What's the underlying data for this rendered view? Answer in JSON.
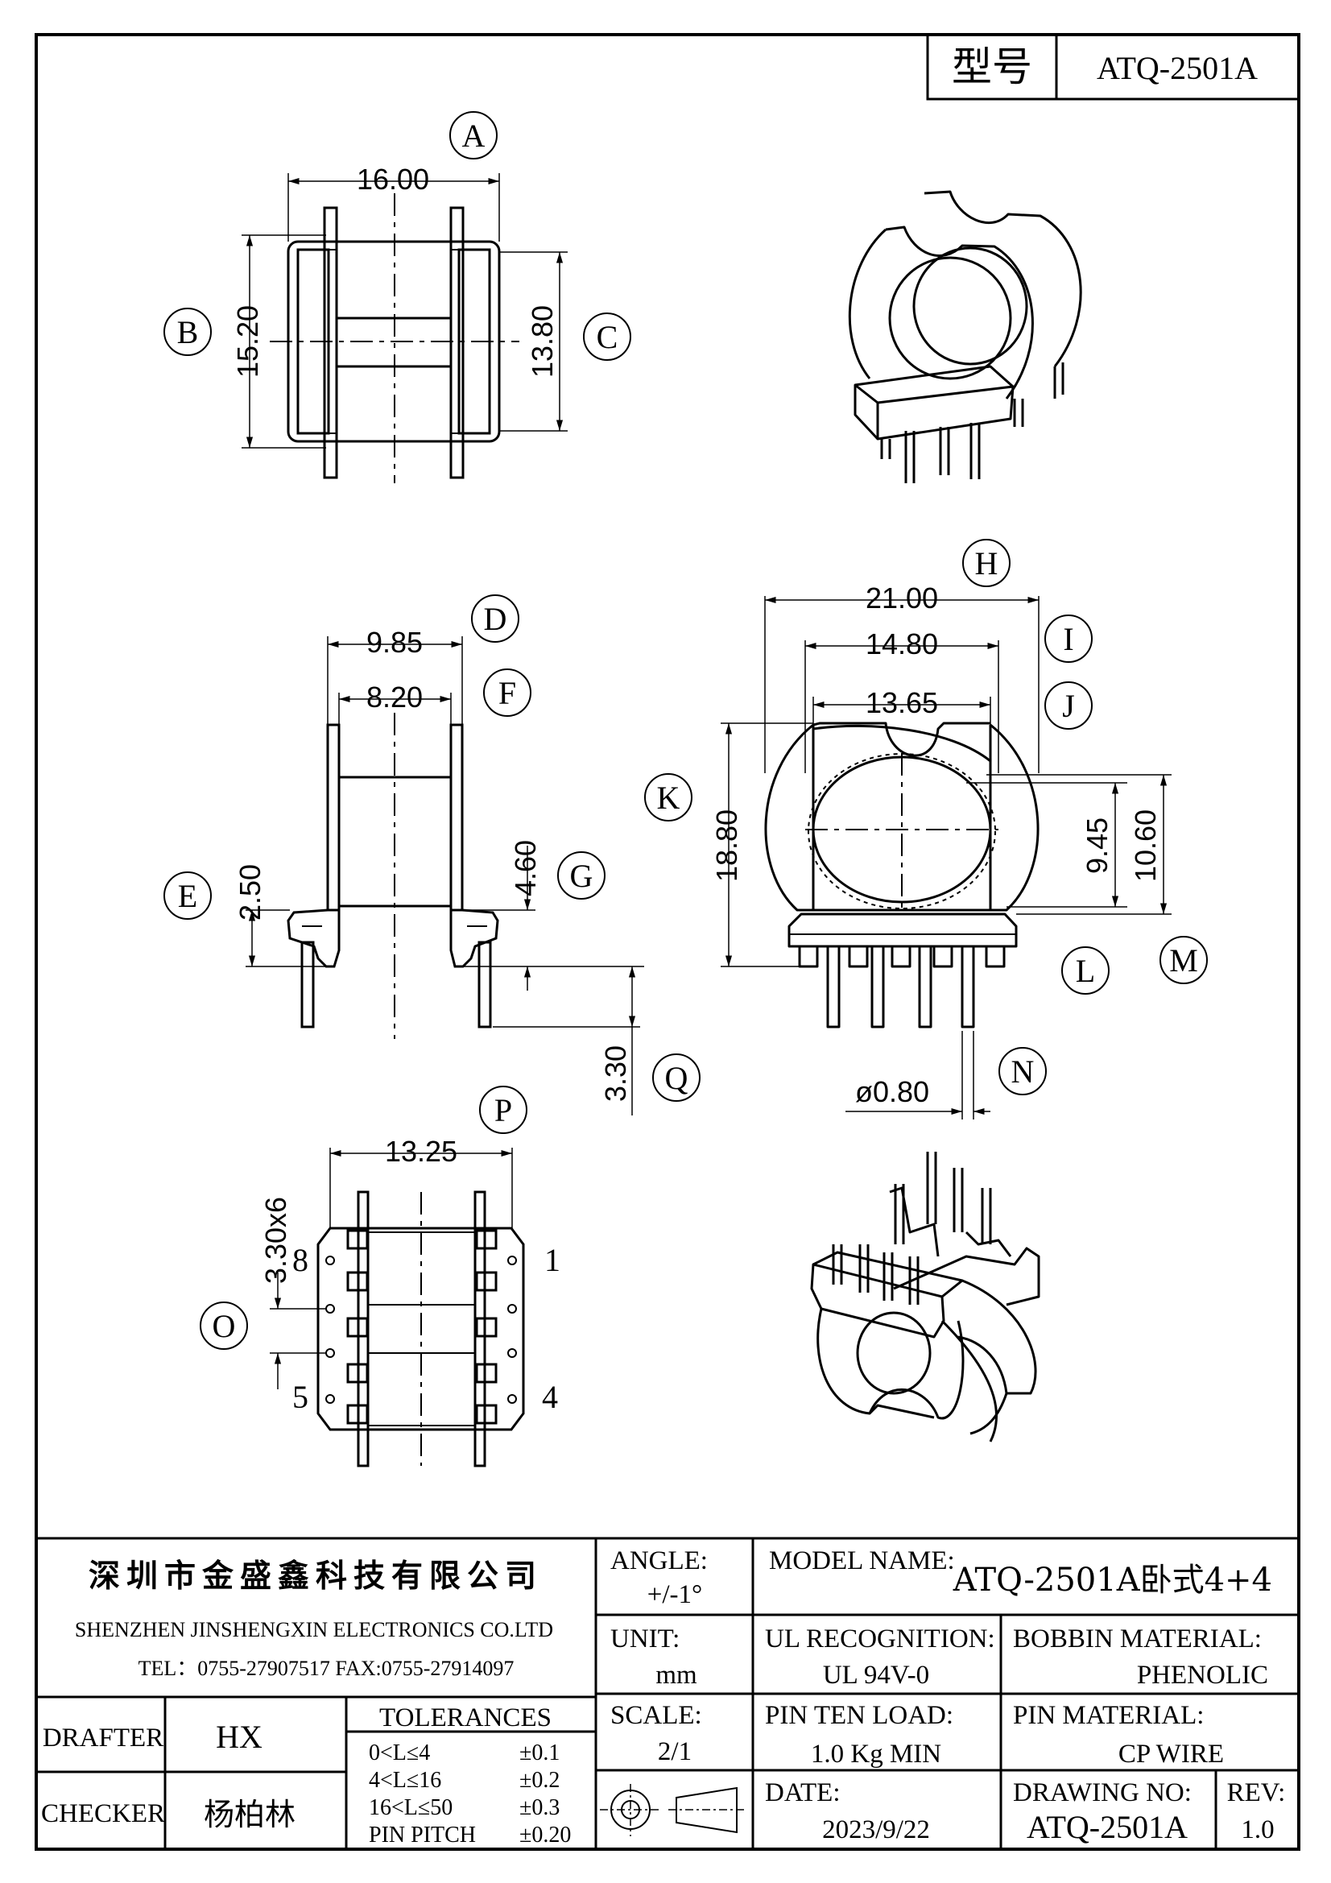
{
  "header": {
    "model_label": "型号",
    "model_value": "ATQ-2501A"
  },
  "views": {
    "top": {
      "callout_a": "A",
      "callout_b": "B",
      "callout_c": "C",
      "dim_a": "16.00",
      "dim_b": "15.20",
      "dim_c": "13.80"
    },
    "side": {
      "callout_d": "D",
      "callout_f": "F",
      "callout_e": "E",
      "callout_g": "G",
      "callout_q": "Q",
      "dim_d": "9.85",
      "dim_f": "8.20",
      "dim_e": "2.50",
      "dim_g": "4.60",
      "dim_q": "3.30"
    },
    "front": {
      "callout_h": "H",
      "callout_i": "I",
      "callout_j": "J",
      "callout_k": "K",
      "callout_l": "L",
      "callout_m": "M",
      "callout_n": "N",
      "dim_h": "21.00",
      "dim_i": "14.80",
      "dim_j": "13.65",
      "dim_k": "18.80",
      "dim_l": "9.45",
      "dim_m": "10.60",
      "dim_n": "ø0.80"
    },
    "bottom": {
      "callout_p": "P",
      "callout_o": "O",
      "dim_p": "13.25",
      "dim_o": "3.30x6",
      "pin_8": "8",
      "pin_1": "1",
      "pin_5": "5",
      "pin_4": "4"
    }
  },
  "title_block": {
    "company_cn": "深圳市金盛鑫科技有限公司",
    "company_en": "SHENZHEN JINSHENGXIN ELECTRONICS CO.LTD",
    "contact": "TEL：0755-27907517  FAX:0755-27914097",
    "angle_label": "ANGLE:",
    "angle_value": "+/-1°",
    "model_name_label": "MODEL NAME:",
    "model_name_value": "ATQ-2501A卧式4+4",
    "unit_label": "UNIT:",
    "unit_value": "mm",
    "ul_label": "UL RECOGNITION:",
    "ul_value": "UL 94V-0",
    "bobbin_label": "BOBBIN MATERIAL:",
    "bobbin_value": "PHENOLIC",
    "drafter_label": "DRAFTER",
    "drafter_value": "HX",
    "checker_label": "CHECKER",
    "checker_value": "杨柏林",
    "tolerances_label": "TOLERANCES",
    "tolerances": [
      {
        "range": "0<L≤4",
        "value": "±0.1"
      },
      {
        "range": "4<L≤16",
        "value": "±0.2"
      },
      {
        "range": "16<L≤50",
        "value": "±0.3"
      },
      {
        "range": "PIN PITCH",
        "value": "±0.20"
      }
    ],
    "scale_label": "SCALE:",
    "scale_value": "2/1",
    "pin_load_label": "PIN TEN LOAD:",
    "pin_load_value": "1.0 Kg MIN",
    "pin_material_label": "PIN MATERIAL:",
    "pin_material_value": "CP WIRE",
    "date_label": "DATE:",
    "date_value": "2023/9/22",
    "drawing_no_label": "DRAWING NO:",
    "drawing_no_value": "ATQ-2501A",
    "rev_label": "REV:",
    "rev_value": "1.0"
  }
}
